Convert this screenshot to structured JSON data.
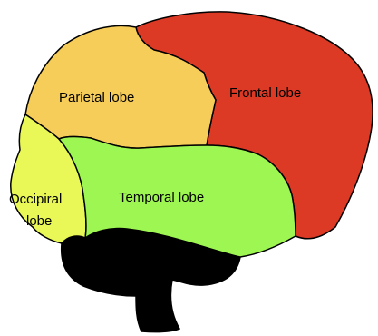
{
  "diagram": {
    "lobes": {
      "frontal": {
        "label": "Frontal lobe",
        "color": "#dd3a26"
      },
      "parietal": {
        "label": "Parietal lobe",
        "color": "#f7cd59"
      },
      "occipital": {
        "label_line1": "Occipiral",
        "label_line2": "lobe",
        "color": "#e9f856"
      },
      "temporal": {
        "label": "Temporal lobe",
        "color": "#9ef652"
      }
    },
    "cerebellum_brainstem_color": "#000000",
    "outline_color": "#000000"
  }
}
